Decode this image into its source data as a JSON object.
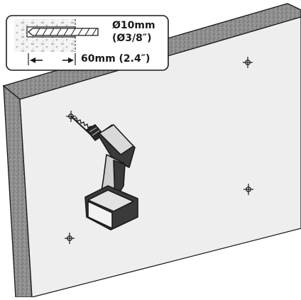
{
  "callout": {
    "diameter_metric": "Ø10mm",
    "diameter_imperial": "(Ø3/8″)",
    "depth": "60mm (2.4″)"
  },
  "icons": [
    "drill-bit-icon",
    "cordless-drill-icon",
    "crosshair-mark-icon"
  ],
  "colors": {
    "wall_face": "#eeeeee",
    "wall_edge": "#9a9a9a",
    "outline": "#1a1a1a"
  }
}
